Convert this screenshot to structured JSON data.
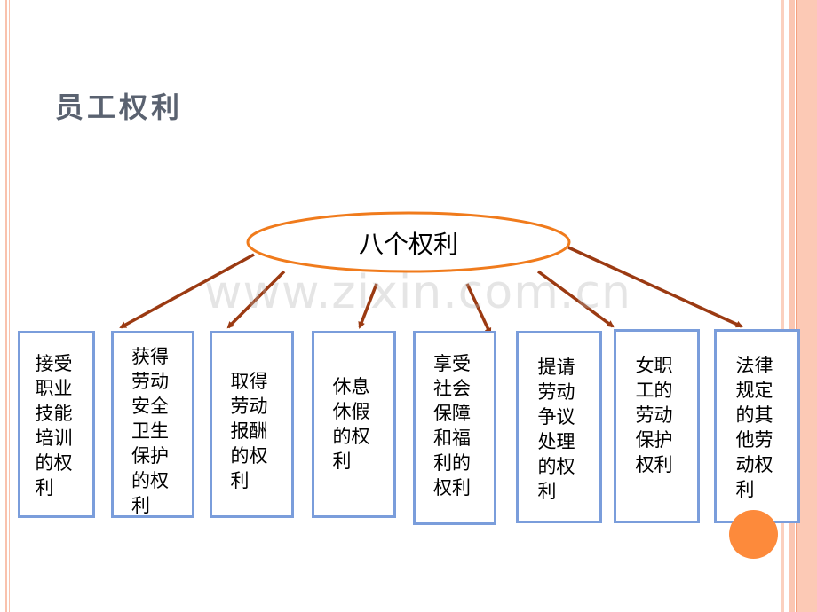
{
  "title": "员工权利",
  "watermark": "www.zixin.com.cn",
  "center": "八个权利",
  "boxes": [
    "接受职业技能培训的权利",
    "获得劳动安全卫生保护的权利",
    "取得劳动报酬的权利",
    "休息休假的权利",
    "享受社会保障和福利的权利",
    "提请劳动争议处理的权利",
    "女职工的劳动保护权利",
    "法律规定的其他劳动权利"
  ],
  "colors": {
    "box_border": "#7a9ddb",
    "ellipse": "#f07b1c",
    "arrow": "#9b3a12",
    "dot": "#fd8a3b"
  }
}
